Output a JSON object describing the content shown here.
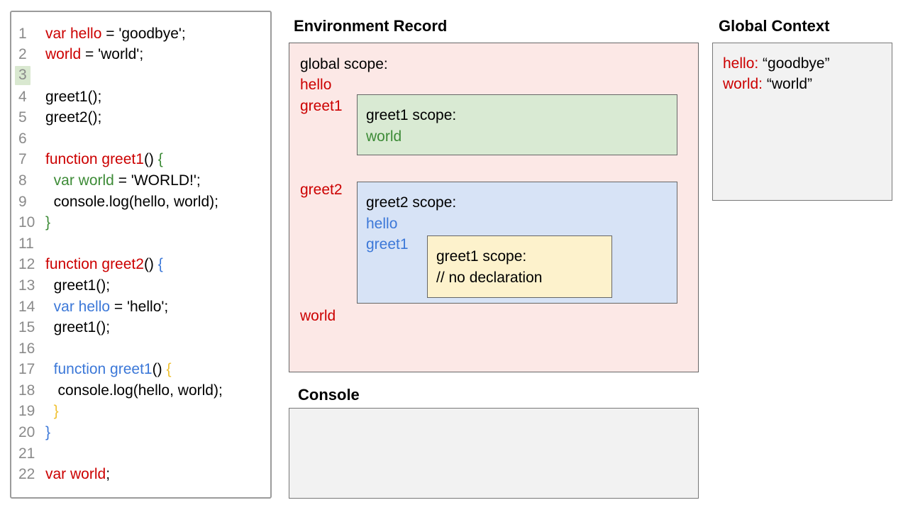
{
  "colors": {
    "red": "#cc0000",
    "green": "#3d8b37",
    "blue": "#3c78d8",
    "yellow": "#f0c233",
    "pink_fill": "#fce8e6",
    "green_fill": "#d9ead3",
    "blue_fill": "#d7e3f6",
    "yellow_fill": "#fdf2cc",
    "gray_fill": "#f2f2f2",
    "line_highlight": "#d9e8d0",
    "line_number_gray": "#8a8a8a"
  },
  "code_panel": {
    "lines": [
      {
        "num": "1",
        "tokens": [
          [
            "red",
            "var hello"
          ],
          [
            "black",
            " = 'goodbye';"
          ]
        ]
      },
      {
        "num": "2",
        "tokens": [
          [
            "red",
            "world"
          ],
          [
            "black",
            " = 'world';"
          ]
        ]
      },
      {
        "num": "3",
        "highlight": true,
        "tokens": []
      },
      {
        "num": "4",
        "tokens": [
          [
            "black",
            "greet1();"
          ]
        ]
      },
      {
        "num": "5",
        "tokens": [
          [
            "black",
            "greet2();"
          ]
        ]
      },
      {
        "num": "6",
        "tokens": []
      },
      {
        "num": "7",
        "tokens": [
          [
            "red",
            "function greet1"
          ],
          [
            "black",
            "() "
          ],
          [
            "green",
            "{"
          ]
        ]
      },
      {
        "num": "8",
        "tokens": [
          [
            "black",
            "  "
          ],
          [
            "green",
            "var world"
          ],
          [
            "black",
            " = 'WORLD!';"
          ]
        ]
      },
      {
        "num": "9",
        "tokens": [
          [
            "black",
            "  console.log(hello, world);"
          ]
        ]
      },
      {
        "num": "10",
        "tokens": [
          [
            "green",
            "}"
          ]
        ]
      },
      {
        "num": "11",
        "tokens": []
      },
      {
        "num": "12",
        "tokens": [
          [
            "red",
            "function greet2"
          ],
          [
            "black",
            "() "
          ],
          [
            "blue",
            "{"
          ]
        ]
      },
      {
        "num": "13",
        "tokens": [
          [
            "black",
            "  greet1();"
          ]
        ]
      },
      {
        "num": "14",
        "tokens": [
          [
            "black",
            "  "
          ],
          [
            "blue",
            "var hello"
          ],
          [
            "black",
            " = 'hello';"
          ]
        ]
      },
      {
        "num": "15",
        "tokens": [
          [
            "black",
            "  greet1();"
          ]
        ]
      },
      {
        "num": "16",
        "tokens": []
      },
      {
        "num": "17",
        "tokens": [
          [
            "black",
            "  "
          ],
          [
            "blue",
            "function greet1"
          ],
          [
            "black",
            "() "
          ],
          [
            "yellow",
            "{"
          ]
        ]
      },
      {
        "num": "18",
        "tokens": [
          [
            "black",
            "   console.log(hello, world);"
          ]
        ]
      },
      {
        "num": "19",
        "tokens": [
          [
            "black",
            "  "
          ],
          [
            "yellow",
            "}"
          ]
        ]
      },
      {
        "num": "20",
        "tokens": [
          [
            "blue",
            "}"
          ]
        ]
      },
      {
        "num": "21",
        "tokens": []
      },
      {
        "num": "22",
        "tokens": [
          [
            "red",
            "var world"
          ],
          [
            "black",
            ";"
          ]
        ]
      }
    ]
  },
  "environment_record": {
    "title": "Environment Record",
    "global_scope_label": "global scope:",
    "global_vars": {
      "hello": "hello",
      "greet1": "greet1",
      "greet2": "greet2",
      "world": "world"
    },
    "greet1_scope": {
      "label": "greet1 scope:",
      "var_world": "world"
    },
    "greet2_scope": {
      "label": "greet2 scope:",
      "var_hello": "hello",
      "var_greet1": "greet1",
      "nested_greet1_scope": {
        "label": "greet1 scope:",
        "comment": "// no declaration"
      }
    }
  },
  "global_context": {
    "title": "Global Context",
    "entries": [
      {
        "name": "hello:",
        "value": "“goodbye”"
      },
      {
        "name": "world:",
        "value": "“world”"
      }
    ]
  },
  "console_panel": {
    "title": "Console"
  }
}
